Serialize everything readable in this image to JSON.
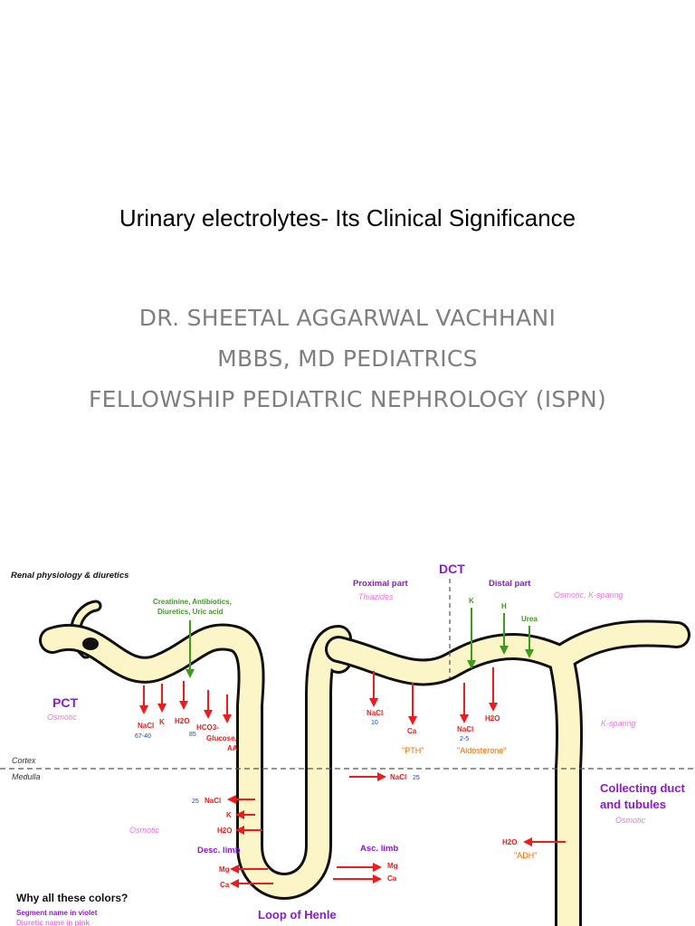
{
  "slide": {
    "title": "Urinary electrolytes- Its Clinical Significance",
    "author_lines": [
      "DR. SHEETAL AGGARWAL VACHHANI",
      "MBBS, MD PEDIATRICS",
      "FELLOWSHIP PEDIATRIC NEPHROLOGY (ISPN)"
    ]
  },
  "diagram": {
    "heading": "Renal physiology & diuretics",
    "colors": {
      "tubule_fill": "#fbf5c7",
      "reabsorption": "#ee1c1c",
      "secretion": "#3e9b1e",
      "segment": "#8d18d6",
      "diuretic": "#f078d8",
      "hormone": "#f06a00",
      "value": "#1a3fd6"
    },
    "zones": {
      "cortex": "Cortex",
      "medulla": "Medulla"
    },
    "segments": {
      "dct": "DCT",
      "pct": "PCT",
      "loop": "Loop of Henle",
      "collecting_line1": "Collecting duct",
      "collecting_line2": "and tubules",
      "proximal_part": "Proximal part",
      "distal_part": "Distal part",
      "desc_limb": "Desc. limb",
      "asc_limb": "Asc. limb"
    },
    "diuretics": {
      "pct": "Osmotic",
      "thiazides": "Thiazides",
      "osmotic_ksparing": "Osmotic, K-sparing",
      "ksparing": "K-sparing",
      "loop": "Osmotic",
      "collecting": "Osmotic"
    },
    "hormones": {
      "pth": "\"PTH\"",
      "aldosterone": "\"Aldosterone\"",
      "adh": "\"ADH\""
    },
    "pct_secretion": {
      "line1": "Creatinine, Antibiotics,",
      "line2": "Diuretics, Uric acid"
    },
    "pct_reabsorption": {
      "nacl": "NaCl",
      "nacl_value": "67-40",
      "k": "K",
      "h2o": "H2O",
      "hco3": "HCO3-",
      "hco3_value": "85",
      "glucose": "Glucose,",
      "aa": "AA"
    },
    "desc_limb_items": {
      "nacl_value": "25",
      "nacl": "NaCl",
      "k": "K",
      "h2o": "H2O"
    },
    "asc_limb_items": {
      "nacl": "NaCl",
      "nacl_value": "25",
      "mg": "Mg",
      "ca": "Ca"
    },
    "loop_items": {
      "mg": "Mg",
      "ca": "Ca"
    },
    "dct_proximal": {
      "nacl": "NaCl",
      "nacl_value": "10",
      "ca": "Ca"
    },
    "dct_distal": {
      "nacl": "NaCl",
      "nacl_value": "2-5",
      "h2o": "H2O"
    },
    "dct_secretion": {
      "k": "K",
      "h": "H",
      "urea": "Urea"
    },
    "collecting_items": {
      "h2o": "H2O"
    },
    "legend": {
      "heading": "Why all these colors?",
      "line1": "Segment name in violet",
      "line2": "Diuretic name in pink"
    }
  }
}
